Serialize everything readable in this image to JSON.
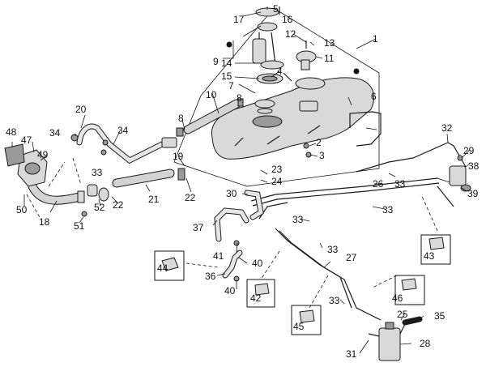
{
  "callouts": {
    "n1": "1",
    "n2": "2",
    "n3": "3",
    "n4": "4",
    "n5": "5",
    "n6": "6",
    "n7": "7",
    "n8a": "8",
    "n8b": "8",
    "n9": "9",
    "n10": "10",
    "n11": "11",
    "n12": "12",
    "n13": "13",
    "n14": "14",
    "n15": "15",
    "n16": "16",
    "n17": "17",
    "n18": "18",
    "n19": "19",
    "n20": "20",
    "n21": "21",
    "n22a": "22",
    "n22b": "22",
    "n23": "23",
    "n24": "24",
    "n25": "25",
    "n26": "26",
    "n27": "27",
    "n28": "28",
    "n29": "29",
    "n30": "30",
    "n31": "31",
    "n32": "32",
    "n33a": "33",
    "n33b": "33",
    "n33c": "33",
    "n33d": "33",
    "n33e": "33",
    "n33f": "33",
    "n34a": "34",
    "n34b": "34",
    "n35": "35",
    "n36": "36",
    "n37": "37",
    "n38": "38",
    "n39": "39",
    "n40a": "40",
    "n40b": "40",
    "n41": "41",
    "n42": "42",
    "n43": "43",
    "n44": "44",
    "n45": "45",
    "n46": "46",
    "n47": "47",
    "n48": "48",
    "n49": "49",
    "n50": "50",
    "n51": "51",
    "n52": "52"
  }
}
